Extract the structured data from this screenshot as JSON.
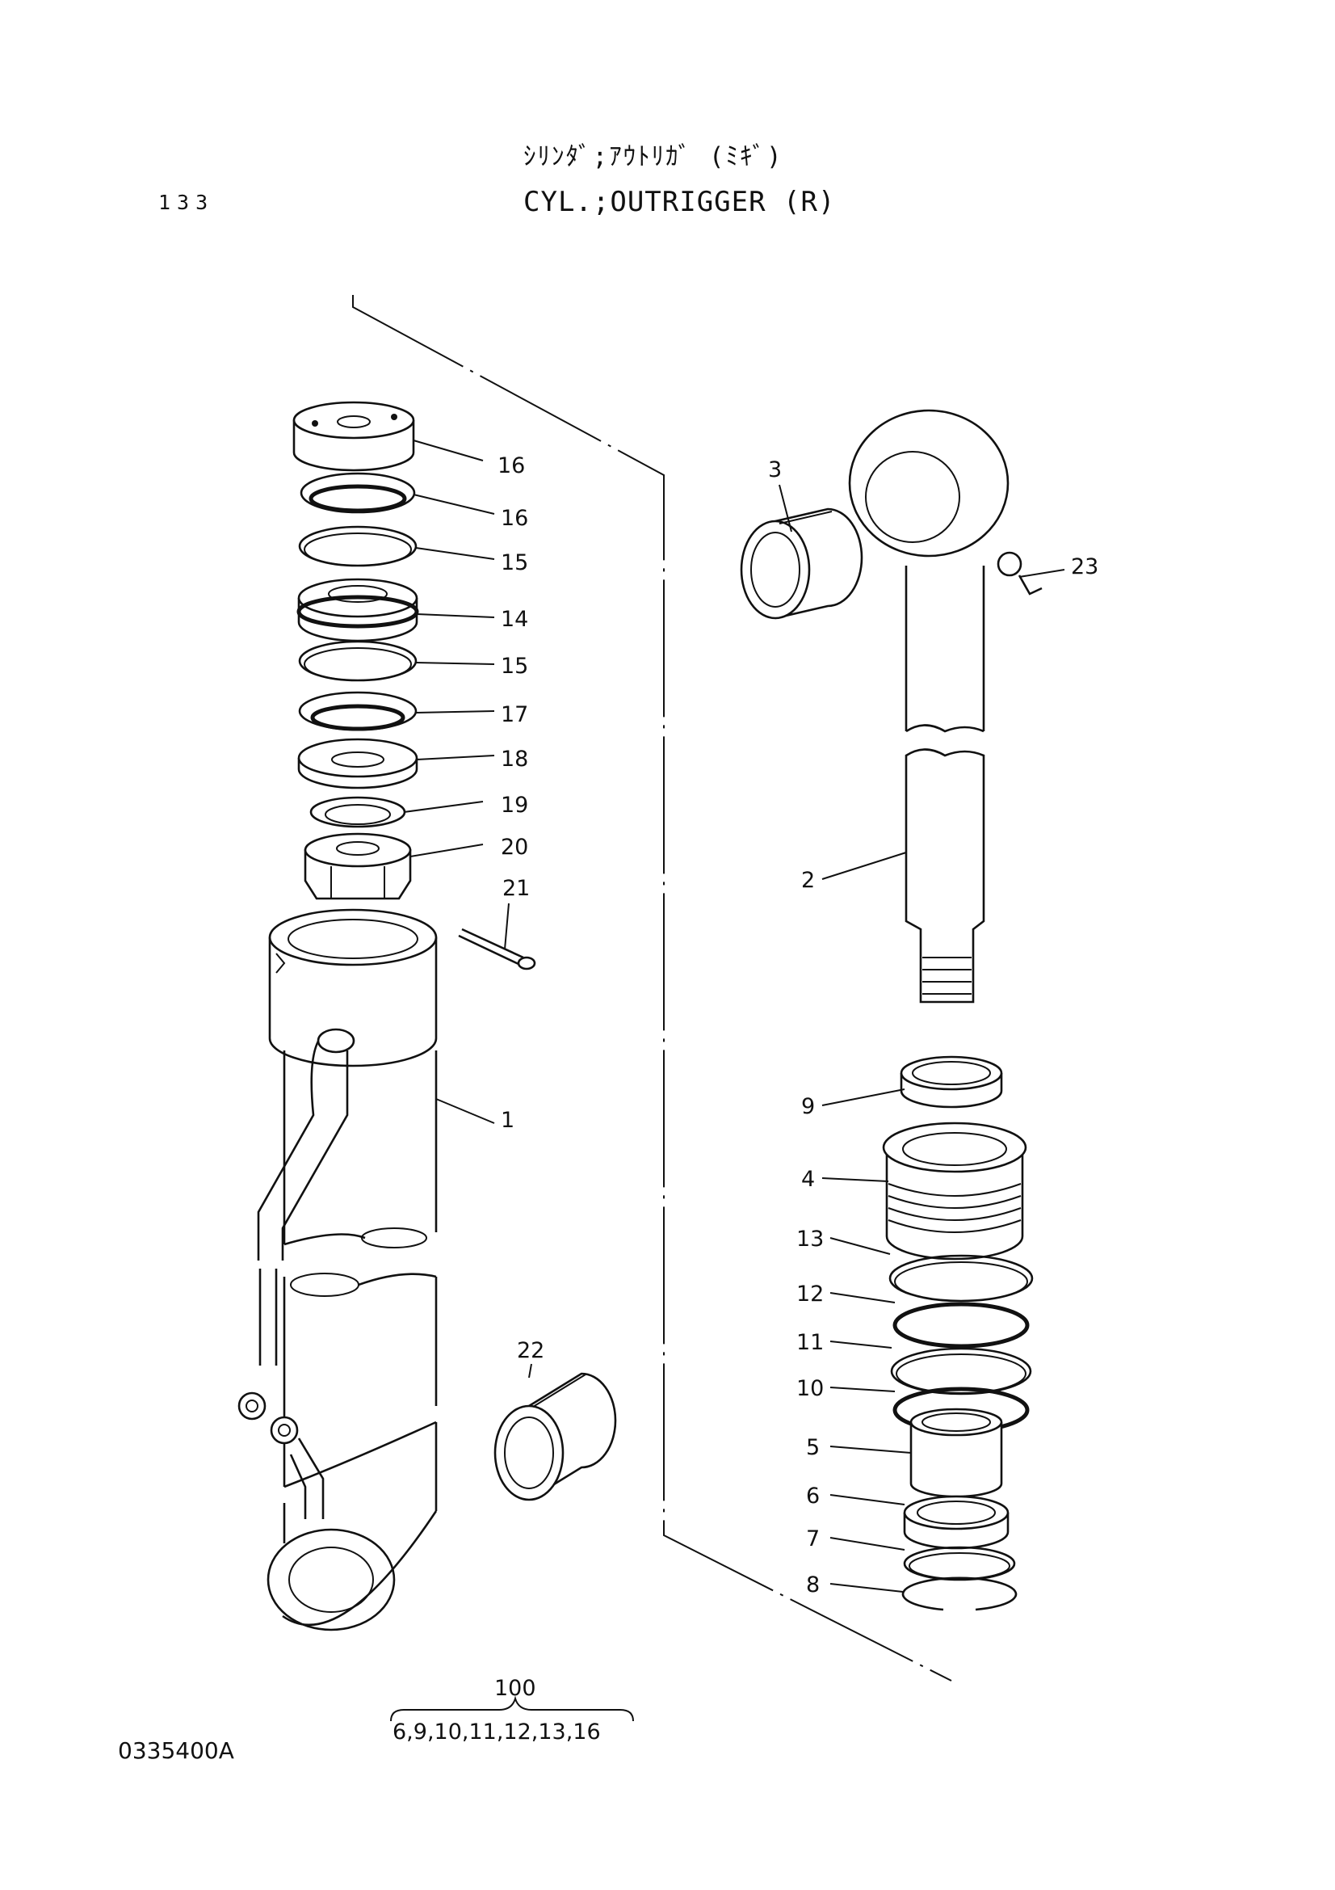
{
  "header": {
    "title_jp": "ｼﾘﾝﾀﾞ;ｱｳﾄﾘｶﾞ (ﾐｷﾞ)",
    "title_en": "CYL.;OUTRIGGER (R)",
    "page_number": "133"
  },
  "footer": {
    "drawing_number": "0335400A"
  },
  "callouts": [
    {
      "id": "c1",
      "label": "1"
    },
    {
      "id": "c2",
      "label": "2"
    },
    {
      "id": "c3",
      "label": "3"
    },
    {
      "id": "c4",
      "label": "4"
    },
    {
      "id": "c5",
      "label": "5"
    },
    {
      "id": "c6",
      "label": "6"
    },
    {
      "id": "c7",
      "label": "7"
    },
    {
      "id": "c8",
      "label": "8"
    },
    {
      "id": "c9",
      "label": "9"
    },
    {
      "id": "c10",
      "label": "10"
    },
    {
      "id": "c11",
      "label": "11"
    },
    {
      "id": "c12",
      "label": "12"
    },
    {
      "id": "c13",
      "label": "13"
    },
    {
      "id": "c14",
      "label": "14"
    },
    {
      "id": "c15a",
      "label": "15"
    },
    {
      "id": "c15b",
      "label": "15"
    },
    {
      "id": "c16a",
      "label": "16"
    },
    {
      "id": "c16b",
      "label": "16"
    },
    {
      "id": "c17",
      "label": "17"
    },
    {
      "id": "c18",
      "label": "18"
    },
    {
      "id": "c19",
      "label": "19"
    },
    {
      "id": "c20",
      "label": "20"
    },
    {
      "id": "c21",
      "label": "21"
    },
    {
      "id": "c22",
      "label": "22"
    },
    {
      "id": "c23",
      "label": "23"
    }
  ],
  "kit": {
    "number": "100",
    "contents": "6,9,10,11,12,13,16"
  }
}
